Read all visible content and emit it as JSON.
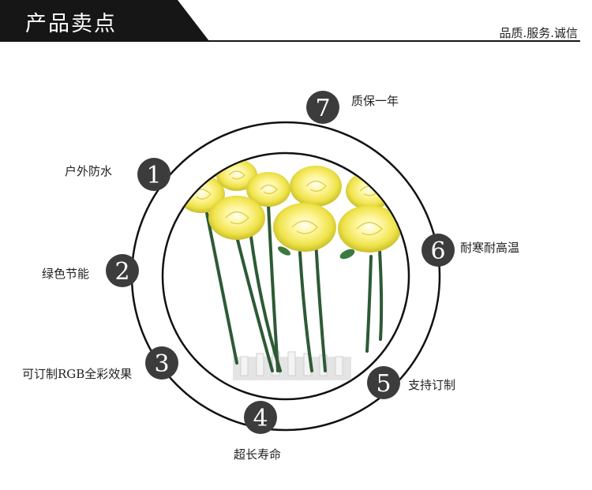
{
  "header": {
    "title": "产品卖点",
    "slogan": "品质.服务.诚信"
  },
  "features": [
    {
      "number": "1",
      "label": "户外防水"
    },
    {
      "number": "2",
      "label": "绿色节能"
    },
    {
      "number": "3",
      "label": "可订制RGB全彩效果"
    },
    {
      "number": "4",
      "label": "超长寿命"
    },
    {
      "number": "5",
      "label": "支持订制"
    },
    {
      "number": "6",
      "label": "耐寒耐高温"
    },
    {
      "number": "7",
      "label": "质保一年"
    }
  ],
  "colors": {
    "header_bar": "#161616",
    "badge": "#3c3c3c",
    "rose_petal": "#f3ea5a",
    "rose_glow": "#fffbd0",
    "stem": "#2d5a35"
  }
}
